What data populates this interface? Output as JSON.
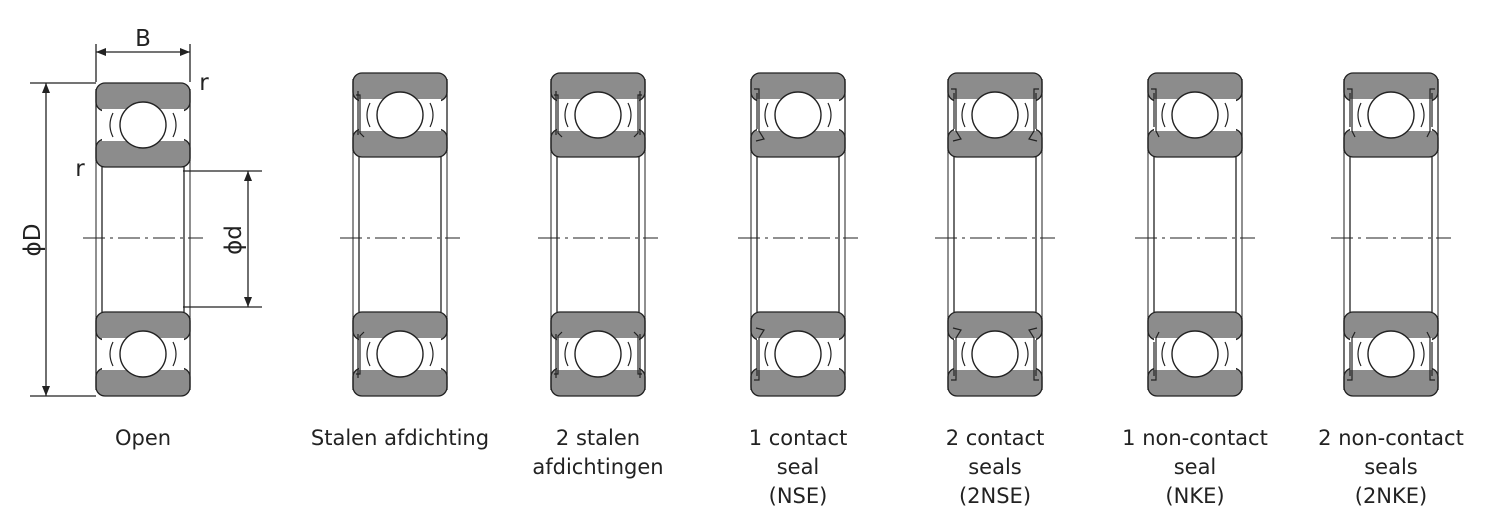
{
  "dimension_labels": {
    "width": "B",
    "radius_top": "r",
    "radius_left": "r",
    "outer_diameter": "ϕD",
    "bore_diameter": "ϕd"
  },
  "bearings": [
    {
      "id": "open",
      "caption_lines": [
        "Open"
      ]
    },
    {
      "id": "stalen-afdichting",
      "caption_lines": [
        "Stalen afdichting"
      ]
    },
    {
      "id": "2-stalen-afdichtingen",
      "caption_lines": [
        "2 stalen",
        "afdichtingen"
      ]
    },
    {
      "id": "nse",
      "caption_lines": [
        "1 contact",
        "seal",
        "(NSE)"
      ]
    },
    {
      "id": "2nse",
      "caption_lines": [
        "2 contact",
        "seals",
        "(2NSE)"
      ]
    },
    {
      "id": "nke",
      "caption_lines": [
        "1 non-contact",
        "seal",
        "(NKE)"
      ]
    },
    {
      "id": "2nke",
      "caption_lines": [
        "2 non-contact",
        "seals",
        "(2NKE)"
      ]
    }
  ],
  "colors": {
    "ring_fill": "#8c8c8c",
    "line": "#222222",
    "background": "#ffffff"
  }
}
